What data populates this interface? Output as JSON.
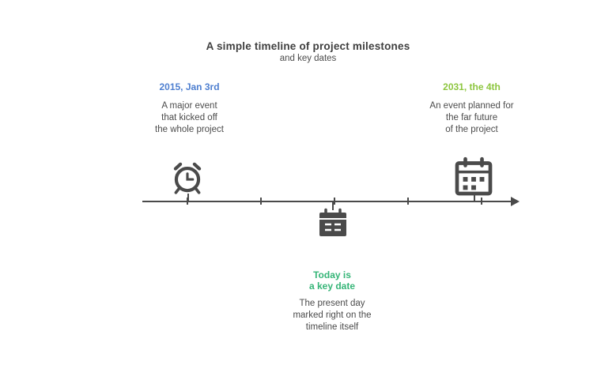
{
  "diagram": {
    "type": "timeline",
    "background_color": "#ffffff",
    "line_color": "#4a4a4a",
    "text_color": "#4b4b4b",
    "title": {
      "line1": "A simple timeline of project milestones",
      "line2": "and key dates"
    },
    "timeline": {
      "direction": "left-to-right",
      "tick_count": 5,
      "has_end_arrow": true
    },
    "icons": {
      "past_milestone": "alarm-clock-icon",
      "future_milestone": "calendar-icon",
      "present_milestone": "calendar-page-icon",
      "line_end": "arrow-right"
    },
    "milestones": [
      {
        "id": "past",
        "position": "above-line-left",
        "date_label": "2015, Jan 3rd",
        "date_color": "#4e7fd0",
        "desc_line1": "A major event",
        "desc_line2": "that kicked off",
        "desc_line3": "the whole project"
      },
      {
        "id": "present",
        "position": "below-line-center",
        "date_label_line1": "Today is",
        "date_label_line2": "a key date",
        "date_color": "#35b577",
        "desc_line1": "The present day",
        "desc_line2": "marked right on the",
        "desc_line3": "timeline itself"
      },
      {
        "id": "future",
        "position": "above-line-right",
        "date_label": "2031, the 4th",
        "date_color": "#8dc63f",
        "desc_line1": "An event planned for",
        "desc_line2": "the far future",
        "desc_line3": "of the project"
      }
    ]
  }
}
